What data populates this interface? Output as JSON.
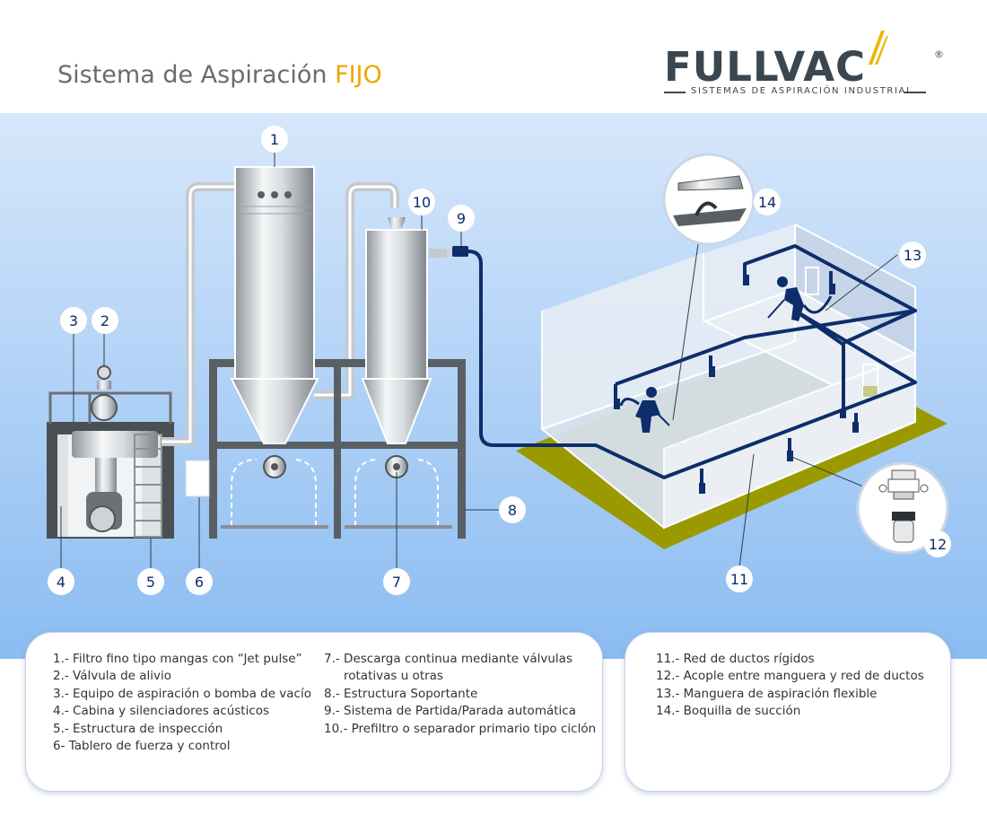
{
  "title": {
    "main": "Sistema de Aspiración",
    "accent": "FIJO"
  },
  "logo": {
    "name": "FULLVAC",
    "registered": "®",
    "tagline": "SISTEMAS DE ASPIRACIÓN INDUSTRIAL"
  },
  "colors": {
    "title_accent": "#f0a500",
    "duct": "#0d2d6b",
    "floor": "#9a9a00",
    "badge_text": "#0d2d6b"
  },
  "callouts": [
    "1",
    "2",
    "3",
    "4",
    "5",
    "6",
    "7",
    "8",
    "9",
    "10",
    "11",
    "12",
    "13",
    "14"
  ],
  "legend": {
    "col_a": [
      "1.- Filtro fino tipo mangas con “Jet pulse”",
      "2.- Válvula de alivio",
      "3.- Equipo de aspiración o bomba de vacío",
      "4.- Cabina y silenciadores acústicos",
      "5.- Estructura de inspección",
      "6- Tablero de fuerza y control"
    ],
    "col_b": [
      {
        "first": "7.- Descarga continua mediante válvulas",
        "second": "rotativas u otras"
      },
      "8.- Estructura Soportante",
      "9.- Sistema de Partida/Parada automática",
      "10.- Prefiltro o separador primario tipo ciclón"
    ],
    "col_c": [
      "11.- Red de ductos rígidos",
      "12.- Acople entre manguera y red de ductos",
      "13.- Manguera de aspiración flexible",
      "14.- Boquilla de succión"
    ]
  }
}
